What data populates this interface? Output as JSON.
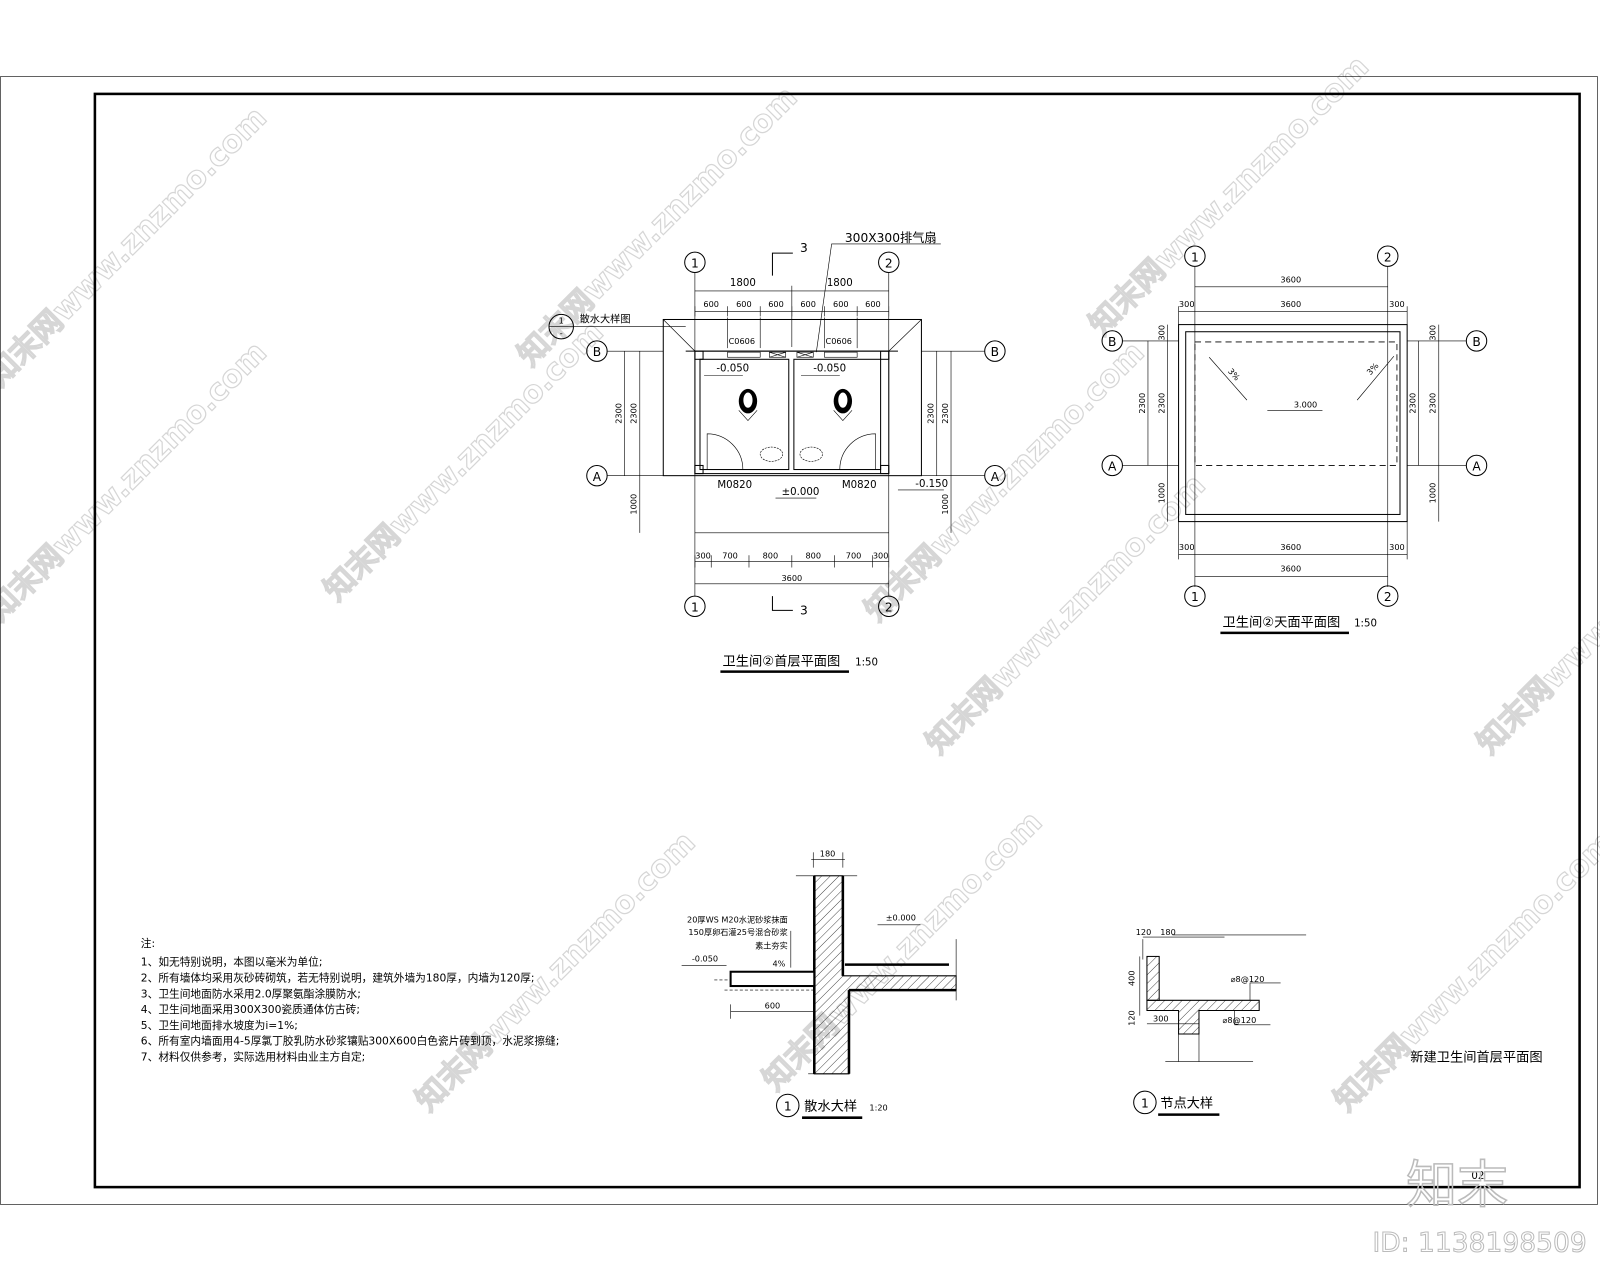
{
  "ground_plan": {
    "title": "卫生间②首层平面图",
    "scale": "1:50",
    "axis_1": "1",
    "axis_2": "2",
    "axis_a": "A",
    "axis_b": "B",
    "section_mark": "3",
    "fan_label": "300X300排气扇",
    "detail_ref_label": "散水大样图",
    "detail_ref_num": "1",
    "detail_ref_sheet": "-",
    "dim_half": "1800",
    "dim_600": "600",
    "dim_2300": "2300",
    "dim_1000": "1000",
    "bottom_dims": [
      "300",
      "700",
      "800",
      "800",
      "700",
      "300"
    ],
    "dim_total": "3600",
    "window": "C0606",
    "door": "M0820",
    "elev_room": "-0.050",
    "elev_zero": "±0.000",
    "elev_outside": "-0.150"
  },
  "roof_plan": {
    "title": "卫生间②天面平面图",
    "circled": "2",
    "scale": "1:50",
    "dim_3600": "3600",
    "dim_300": "300",
    "dim_2300": "2300",
    "dim_1000": "1000",
    "slope": "3%",
    "elev": "3.000"
  },
  "apron_detail": {
    "num": "1",
    "title": "散水大样",
    "scale": "1:20",
    "dim_wall": "180",
    "dim_width": "600",
    "layer_1": "20厚WS M20水泥砂浆抹面",
    "layer_2": "150厚卵石灌25号混合砂浆",
    "layer_3": "素土夯实",
    "slope": "4%",
    "elev_out": "-0.050",
    "elev_in": "±0.000"
  },
  "node_detail": {
    "num": "1",
    "title": "节点大样",
    "dim_120": "120",
    "dim_180": "180",
    "dim_400": "400",
    "dim_300": "300",
    "rebar": "⌀8@120"
  },
  "notes": {
    "heading": "注:",
    "items": [
      "1、如无特别说明，本图以毫米为单位;",
      "2、所有墙体均采用灰砂砖砌筑，若无特别说明，建筑外墙为180厚，内墙为120厚;",
      "3、卫生间地面防水采用2.0厚聚氨酯涂膜防水;",
      "4、卫生间地面采用300X300瓷质通体仿古砖;",
      "5、卫生间地面排水坡度为i=1%;",
      "6、所有室内墙面用4-5厚氯丁胶乳防水砂浆镶贴300X600白色瓷片砖到顶，水泥浆擦缝;",
      "7、材料仅供参考，实际选用材料由业主方自定;"
    ]
  },
  "title_block": {
    "drawing_name": "新建卫生间首层平面图",
    "sheet_no": "02"
  },
  "watermark": {
    "text": "知末网www.znzmo.com",
    "logo": "知末",
    "id": "ID: 1138198509"
  }
}
